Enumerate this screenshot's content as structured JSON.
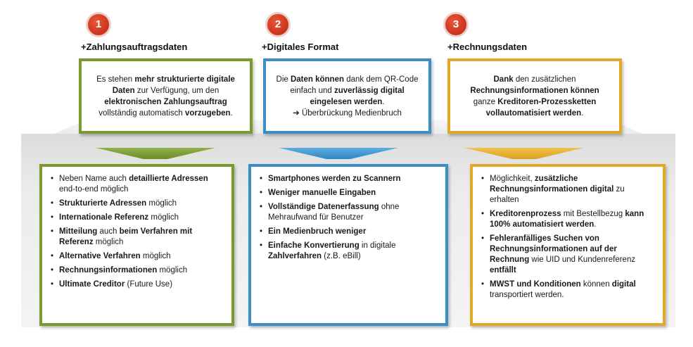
{
  "columns": [
    {
      "number": "1",
      "heading": "+Zahlungsauftragsdaten",
      "top": [
        {
          "t": "Es stehen ",
          "b": false
        },
        {
          "t": "mehr strukturierte digitale Daten",
          "b": true
        },
        {
          "t": " zur Verfügung, um den ",
          "b": false
        },
        {
          "t": "elektronischen Zahlungsauftrag",
          "b": true
        },
        {
          "t": " vollständig automatisch ",
          "b": false
        },
        {
          "t": "vorzugeben",
          "b": true
        },
        {
          "t": ".",
          "b": false
        }
      ],
      "bullets": [
        [
          {
            "t": "Neben Name auch ",
            "b": false
          },
          {
            "t": "detaillierte Adressen",
            "b": true
          },
          {
            "t": " end-to-end möglich",
            "b": false
          }
        ],
        [
          {
            "t": "Strukturierte Adressen",
            "b": true
          },
          {
            "t": " möglich",
            "b": false
          }
        ],
        [
          {
            "t": "Internationale Referenz",
            "b": true
          },
          {
            "t": " möglich",
            "b": false
          }
        ],
        [
          {
            "t": "Mitteilung",
            "b": true
          },
          {
            "t": " auch ",
            "b": false
          },
          {
            "t": "beim Verfahren mit Referenz",
            "b": true
          },
          {
            "t": " möglich",
            "b": false
          }
        ],
        [
          {
            "t": "Alternative Verfahren",
            "b": true
          },
          {
            "t": " möglich",
            "b": false
          }
        ],
        [
          {
            "t": "Rechnungsinformationen",
            "b": true
          },
          {
            "t": " möglich",
            "b": false
          }
        ],
        [
          {
            "t": "Ultimate Creditor",
            "b": true
          },
          {
            "t": " (Future Use)",
            "b": false
          }
        ]
      ]
    },
    {
      "number": "2",
      "heading": "+Digitales Format",
      "top": [
        {
          "t": "Die ",
          "b": false
        },
        {
          "t": "Daten können",
          "b": true
        },
        {
          "t": " dank dem QR-Code einfach und ",
          "b": false
        },
        {
          "t": "zuverlässig digital eingelesen werden",
          "b": true
        },
        {
          "t": ".",
          "b": false
        },
        {
          "t": "\n➔ Überbrückung Medienbruch",
          "b": false
        }
      ],
      "bullets": [
        [
          {
            "t": "Smartphones werden zu Scannern",
            "b": true
          }
        ],
        [
          {
            "t": "Weniger manuelle Eingaben",
            "b": true
          }
        ],
        [
          {
            "t": "Vollständige Datenerfassung",
            "b": true
          },
          {
            "t": " ohne Mehraufwand für Benutzer",
            "b": false
          }
        ],
        [
          {
            "t": "Ein Medienbruch weniger",
            "b": true
          }
        ],
        [
          {
            "t": "Einfache Konvertierung",
            "b": true
          },
          {
            "t": " in digitale ",
            "b": false
          },
          {
            "t": "Zahlverfahren",
            "b": true
          },
          {
            "t": " (z.B. eBill)",
            "b": false
          }
        ]
      ]
    },
    {
      "number": "3",
      "heading": "+Rechnungsdaten",
      "top": [
        {
          "t": "Dank",
          "b": true
        },
        {
          "t": " den zusätzlichen ",
          "b": false
        },
        {
          "t": "Rechnungsinformationen können",
          "b": true
        },
        {
          "t": " ganze ",
          "b": false
        },
        {
          "t": "Kreditoren-Prozessketten vollautomatisiert werden",
          "b": true
        },
        {
          "t": ".",
          "b": false
        }
      ],
      "bullets": [
        [
          {
            "t": "Möglichkeit, ",
            "b": false
          },
          {
            "t": "zusätzliche Rechnungsinformationen digital",
            "b": true
          },
          {
            "t": " zu erhalten",
            "b": false
          }
        ],
        [
          {
            "t": "Kreditorenprozess",
            "b": true
          },
          {
            "t": " mit Bestellbezug ",
            "b": false
          },
          {
            "t": "kann 100% automatisiert werden",
            "b": true
          },
          {
            "t": ".",
            "b": false
          }
        ],
        [
          {
            "t": "Fehleranfälliges Suchen von Rechnungsinformationen auf der Rechnung",
            "b": true
          },
          {
            "t": " wie UID und Kundenreferenz ",
            "b": false
          },
          {
            "t": "entfällt",
            "b": true
          }
        ],
        [
          {
            "t": "MWST und Konditionen",
            "b": true
          },
          {
            "t": " können ",
            "b": false
          },
          {
            "t": "digital",
            "b": true
          },
          {
            "t": " transportiert werden.",
            "b": false
          }
        ]
      ]
    }
  ],
  "colors": {
    "col1": "#7a9a2f",
    "col2": "#3a8fc8",
    "col3": "#e0aa28",
    "badge": "#d43c20"
  }
}
